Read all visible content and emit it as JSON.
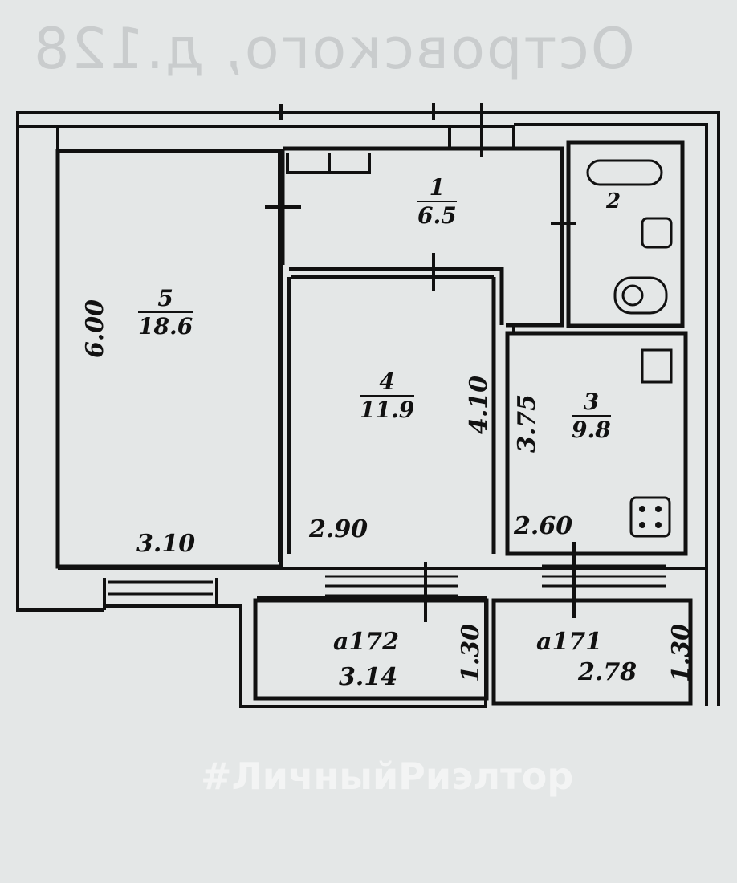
{
  "bleed_text": "Островского, д.128",
  "watermark": "#ЛичныйРиэлтор",
  "rooms": [
    {
      "number": "1",
      "area": "6.5"
    },
    {
      "number": "2",
      "area": ""
    },
    {
      "number": "3",
      "area": "9.8"
    },
    {
      "number": "4",
      "area": "11.9"
    },
    {
      "number": "5",
      "area": "18.6"
    }
  ],
  "dimensions": {
    "room5_height": "6.00",
    "room5_width": "3.10",
    "room4_width": "2.90",
    "room4_height": "4.10",
    "room3_height": "3.75",
    "room3_width": "2.60",
    "balcony1_depth": "1.30",
    "balcony2_depth": "1.30"
  },
  "balconies": [
    {
      "label": "a172",
      "area": "3.14"
    },
    {
      "label": "a171",
      "area": "2.78"
    }
  ]
}
